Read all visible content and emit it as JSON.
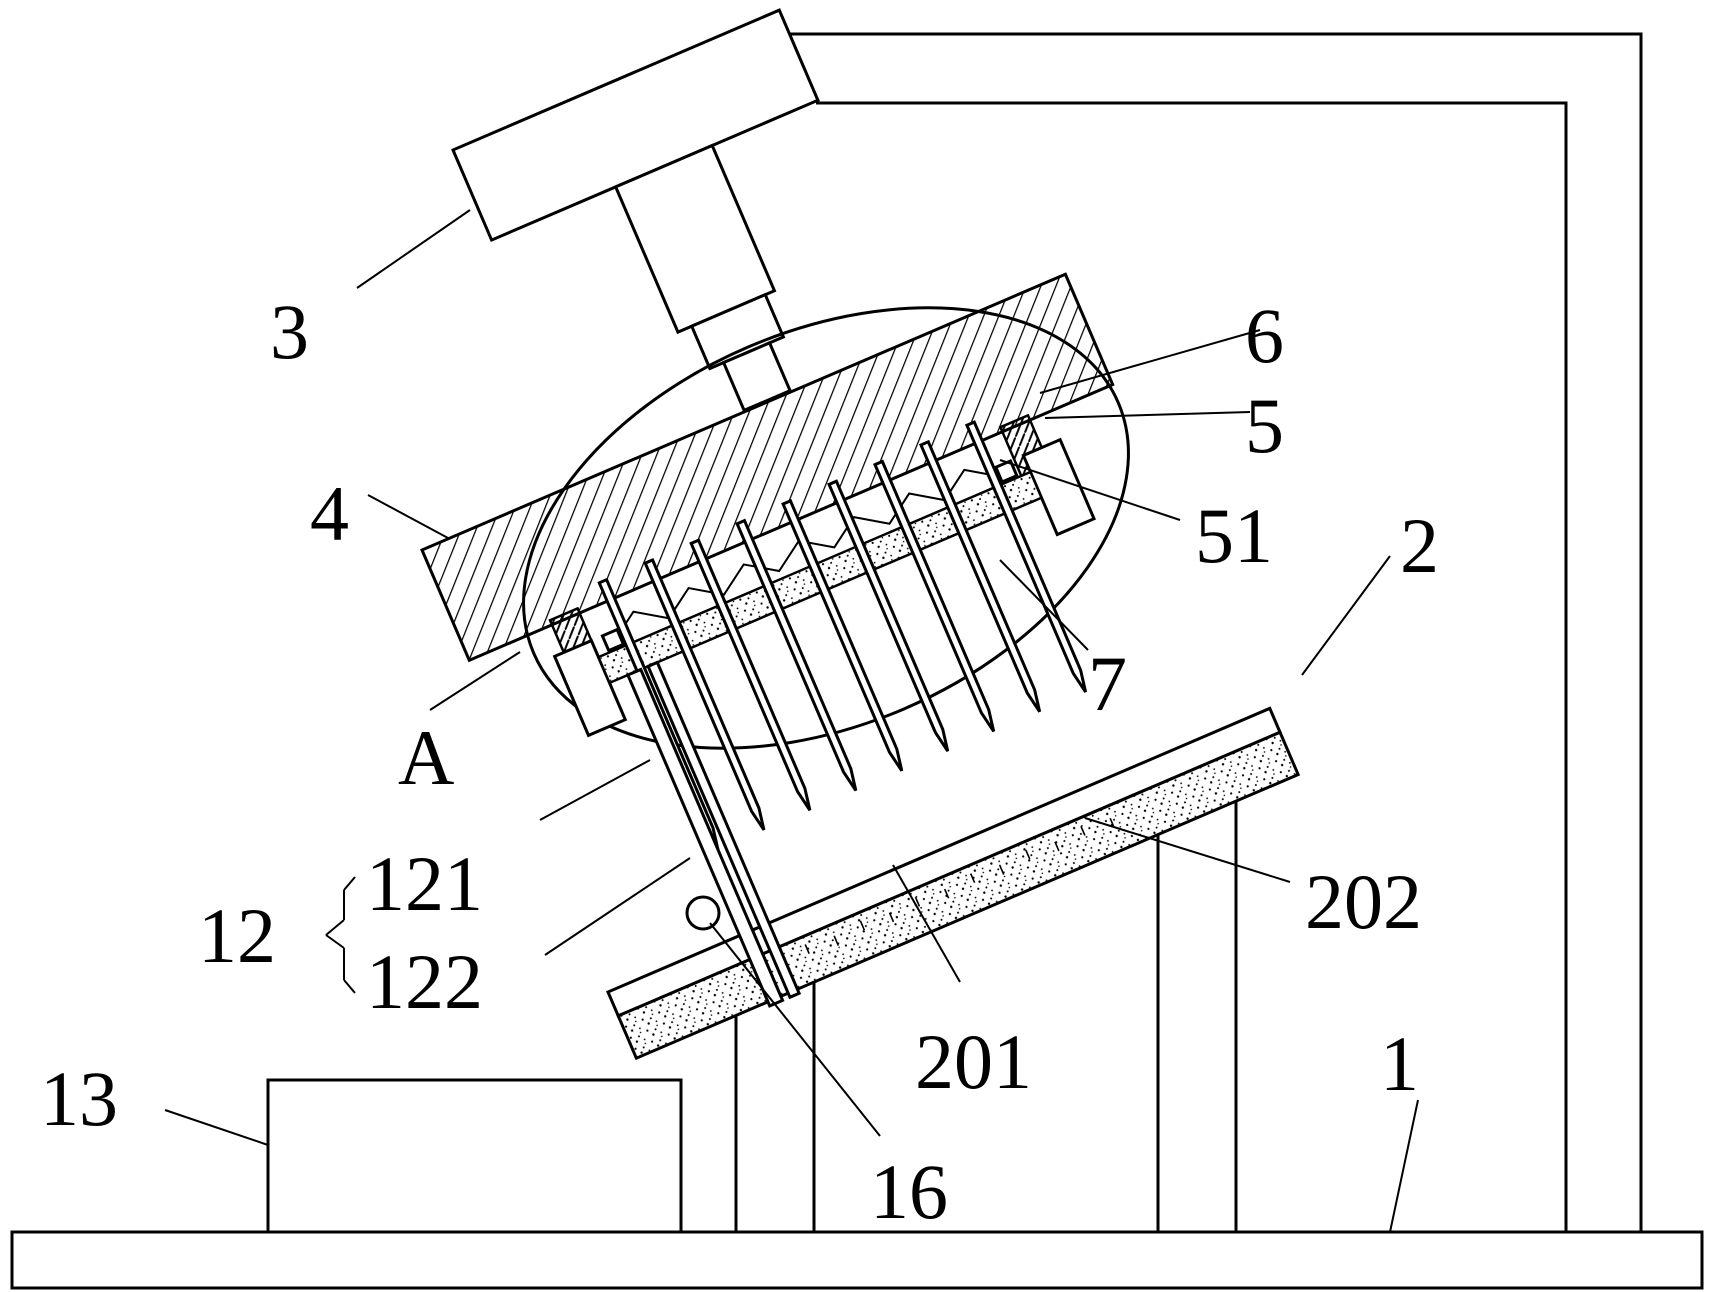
{
  "labels": {
    "l1": "1",
    "l2": "2",
    "l3": "3",
    "l4": "4",
    "l5": "5",
    "l51": "51",
    "l6": "6",
    "l7": "7",
    "lA": "A",
    "l12": "12",
    "l121": "121",
    "l122": "122",
    "l13": "13",
    "l16": "16",
    "l201": "201",
    "l202": "202"
  },
  "colors": {
    "line": "#000000",
    "background": "#ffffff"
  }
}
